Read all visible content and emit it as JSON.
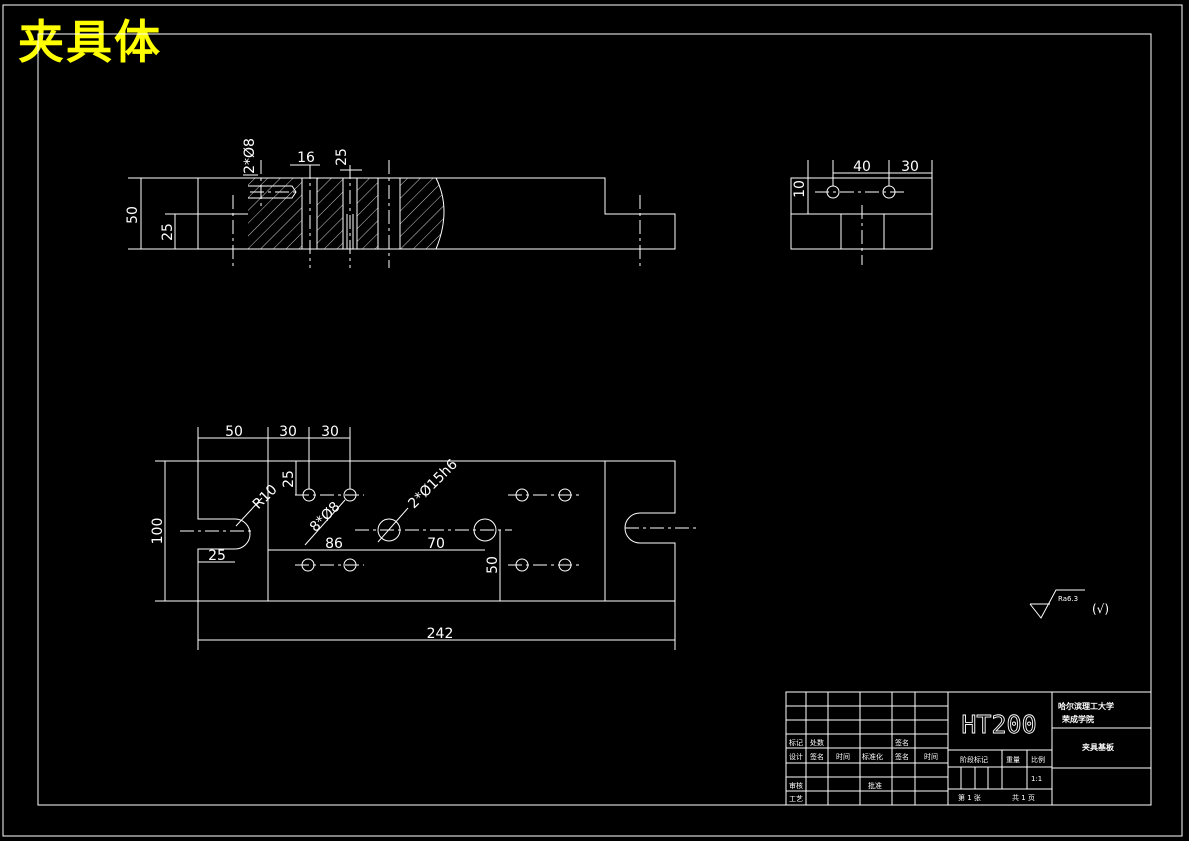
{
  "heading": "夹具体",
  "dims": {
    "d_2x8": "2*Ø8",
    "d_16": "16",
    "d_25_top": "25",
    "d_50_left": "50",
    "d_25_left": "25",
    "d_40": "40",
    "d_30_side": "30",
    "d_10": "10",
    "d_50_plan": "50",
    "d_30_a": "30",
    "d_30_b": "30",
    "d_25_plan": "25",
    "d_100": "100",
    "d_r10": "R10",
    "d_8x8": "8*Ø8",
    "d_2x15": "2*Ø15h6",
    "d_86": "86",
    "d_70": "70",
    "d_25_bottom": "25",
    "d_50_vert": "50",
    "d_242": "242"
  },
  "roughness": {
    "value": "Ra6.3",
    "suffix": "(√)"
  },
  "title_block": {
    "material": "HT200",
    "school_line1": "哈尔滨理工大学",
    "school_line2": "荣成学院",
    "part_name": "夹具基板",
    "row_biaoji": "标记",
    "row_chushu": "处数",
    "row_qianming_top": "签名",
    "row_sheji": "设计",
    "row_qianming": "签名",
    "row_shijian": "时间",
    "row_biaozhunhua": "标准化",
    "row_qianming2": "签名",
    "row_shijian2": "时间",
    "row_shenhe": "审核",
    "row_pizhun": "批准",
    "row_gongyi": "工艺",
    "stage_mark": "阶段标记",
    "weight": "重量",
    "scale_label": "比例",
    "scale_value": "1:1",
    "sheet_left": "第 1 张",
    "sheet_right": "共 1 页"
  }
}
